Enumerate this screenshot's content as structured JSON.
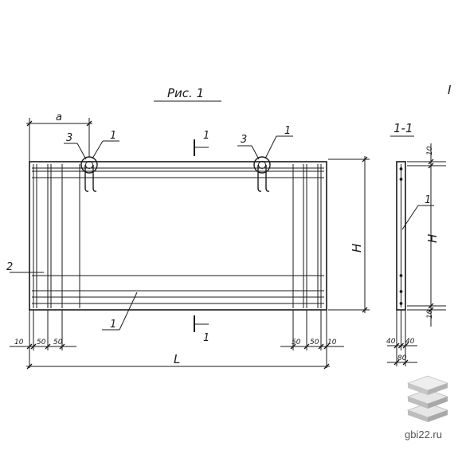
{
  "figure": {
    "title": "Рис. 1",
    "corner_mark": "I",
    "section_title": "1-1"
  },
  "front_view": {
    "dim_a": "a",
    "dim_L": "L",
    "dim_H": "H",
    "callouts": [
      "3",
      "1",
      "1",
      "3",
      "1",
      "2",
      "1"
    ],
    "section_cut_top": "1",
    "section_cut_bottom": "1",
    "left_spacings": [
      "10",
      "50",
      "50"
    ],
    "right_spacings": [
      "50",
      "50",
      "10"
    ]
  },
  "section_view": {
    "callout": "1",
    "dim_H": "H",
    "dim_top": "10",
    "dim_bottom": "10",
    "dim_widths": [
      "40",
      "40"
    ],
    "dim_total": "80"
  },
  "watermark": {
    "text": "gbi22.ru",
    "logo": "stacked-slabs-logo"
  },
  "colors": {
    "ink": "#1a1a1a",
    "logo_light": "#e6e6e6",
    "logo_dark": "#a8a8a8"
  }
}
